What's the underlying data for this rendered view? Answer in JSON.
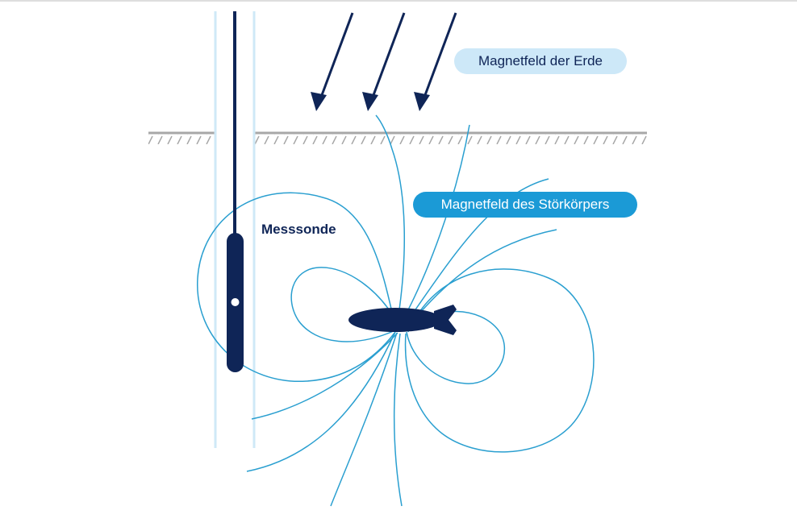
{
  "labels": {
    "earth_field": "Magnetfeld der Erde",
    "disturber_field": "Magnetfeld des Störkörpers",
    "probe": "Messsonde"
  },
  "colors": {
    "navy": "#0f2557",
    "field_line": "#2a9fd0",
    "borehole": "#cfe9f7",
    "earth_pill_bg": "#cde8f8",
    "disturber_pill_bg": "#1b9ad6",
    "ground": "#a7a7a7",
    "pill_text_dark": "#0f2557",
    "pill_text_light": "#ffffff"
  },
  "icons": [
    "field-arrow-icon",
    "probe-icon",
    "disturber-object-icon"
  ]
}
